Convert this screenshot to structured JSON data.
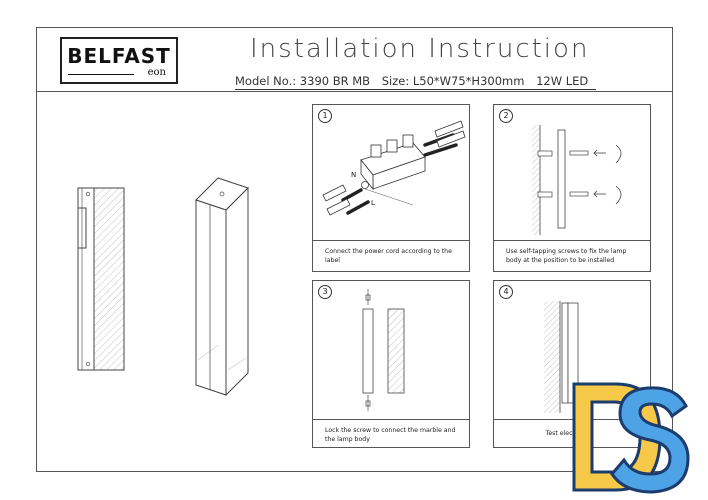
{
  "header": {
    "logo": {
      "brand": "BELFAST",
      "sub": "eon"
    },
    "title": "Installation Instruction",
    "model_label": "Model No.: 3390 BR MB",
    "size_label": "Size: L50*W75*H300mm",
    "power_label": "12W LED"
  },
  "steps": [
    {
      "number": "1",
      "caption": "Connect the power cord according to the label"
    },
    {
      "number": "2",
      "caption": "Use self-tapping screws to fix the lamp body at the position to be installed"
    },
    {
      "number": "3",
      "caption": "Lock the screw to connect the marble and the lamp body"
    },
    {
      "number": "4",
      "caption": "Test electricity"
    }
  ],
  "diagram_labels": {
    "neutral": "N",
    "live": "L"
  },
  "colors": {
    "line": "#444444",
    "ds_yellow": "#f7c948",
    "ds_blue": "#4da3e6"
  }
}
